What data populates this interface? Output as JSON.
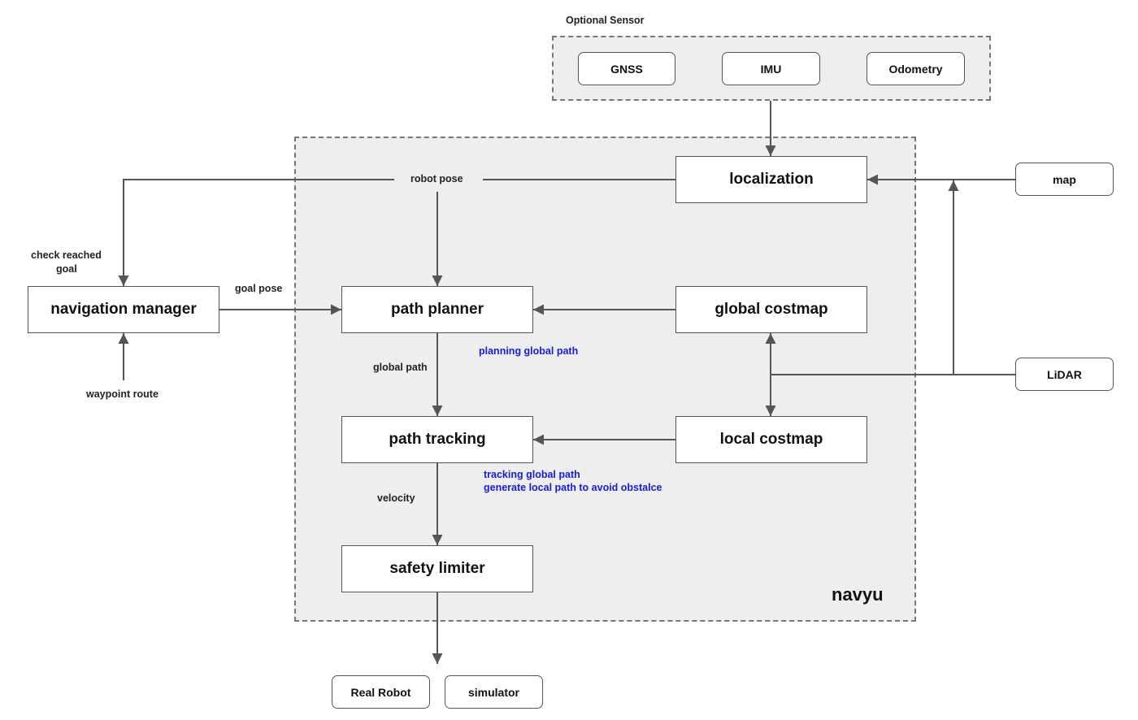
{
  "optional_sensor": {
    "title": "Optional Sensor",
    "gnss": "GNSS",
    "imu": "IMU",
    "odometry": "Odometry"
  },
  "group_name": "navyu",
  "nodes": {
    "localization": "localization",
    "path_planner": "path planner",
    "global_costmap": "global costmap",
    "path_tracking": "path tracking",
    "local_costmap": "local costmap",
    "safety_limiter": "safety limiter",
    "navigation_manager": "navigation manager"
  },
  "inputs": {
    "map": "map",
    "lidar": "LiDAR"
  },
  "outputs": {
    "real_robot": "Real Robot",
    "simulator": "simulator"
  },
  "edge_labels": {
    "robot_pose": "robot pose",
    "check_reached_goal": [
      "check reached",
      "goal"
    ],
    "goal_pose": "goal pose",
    "waypoint_route": "waypoint route",
    "global_path": "global path",
    "velocity": "velocity"
  },
  "notes": {
    "planning": "planning global path",
    "tracking": [
      "tracking global path",
      "generate local path to avoid obstalce"
    ]
  },
  "colors": {
    "group_fill": "#eeeeee",
    "note_text": "#1a1adc",
    "wire": "#555555"
  }
}
